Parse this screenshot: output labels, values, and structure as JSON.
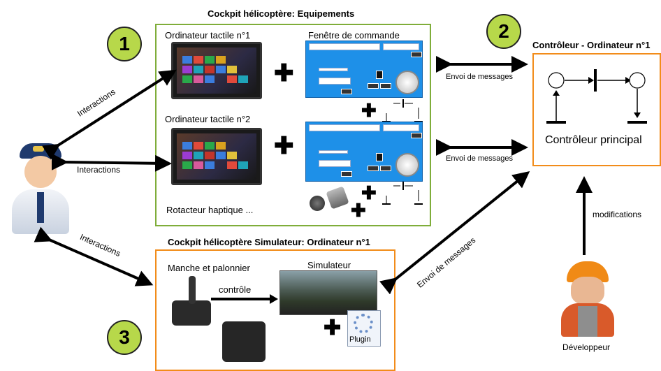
{
  "titles": {
    "cockpit_equipements": "Cockpit hélicoptère: Equipements",
    "controleur": "Contrôleur - Ordinateur n°1",
    "cockpit_simulateur": "Cockpit hélicoptère Simulateur: Ordinateur n°1"
  },
  "badges": {
    "b1": "1",
    "b2": "2",
    "b3": "3"
  },
  "equipements": {
    "tablet1": "Ordinateur tactile n°1",
    "window": "Fenêtre de commande",
    "tablet2": "Ordinateur tactile n°2",
    "haptic": "Rotacteur haptique ..."
  },
  "controller": {
    "main": "Contrôleur principal"
  },
  "arrows": {
    "interactions_top": "Interactions",
    "interactions_mid": "Interactions",
    "interactions_bottom": "Interactions",
    "envoi_1": "Envoi de messages",
    "envoi_2": "Envoi de messages",
    "envoi_3": "Envoi de messages",
    "modifications": "modifications",
    "controle": "contrôle"
  },
  "simulator": {
    "manche": "Manche et palonnier",
    "simulateur": "Simulateur",
    "plugin": "Plugin"
  },
  "people": {
    "developer": "Développeur"
  },
  "colors": {
    "green": "#7fad3a",
    "orange": "#f28c1a",
    "badge": "#b7d84a"
  }
}
